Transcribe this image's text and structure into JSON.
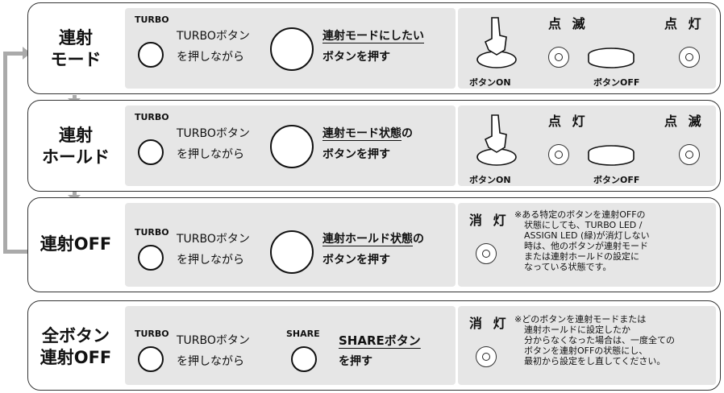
{
  "panels": [
    {
      "mode_lines": [
        "連射",
        "モード"
      ],
      "turbo_label": "TURBO",
      "instr_line1": "TURBOボタン",
      "instr_line2": "を押しながら",
      "action_bold": "連射モードにしたい",
      "action_rest": "",
      "action_line2": "ボタンを押す",
      "status_left": "点 滅",
      "status_right": "点 灯",
      "btn_on": "ボタンON",
      "btn_off": "ボタンOFF"
    },
    {
      "mode_lines": [
        "連射",
        "ホールド"
      ],
      "turbo_label": "TURBO",
      "instr_line1": "TURBOボタン",
      "instr_line2": "を押しながら",
      "action_bold": "連射モード状態",
      "action_rest": "の",
      "action_line2": "ボタンを押す",
      "status_left": "点 灯",
      "status_right": "点 滅",
      "btn_on": "ボタンON",
      "btn_off": "ボタンOFF"
    },
    {
      "mode_lines": [
        "連射OFF"
      ],
      "turbo_label": "TURBO",
      "instr_line1": "TURBOボタン",
      "instr_line2": "を押しながら",
      "action_bold": "連射ホールド状態",
      "action_rest": "の",
      "action_line2": "ボタンを押す",
      "status": "消 灯",
      "note": [
        "※ある特定のボタンを連射OFFの",
        "状態にしても、TURBO LED /",
        "ASSIGN LED (緑)が消灯しない",
        "時は、他のボタンが連射モード",
        "または連射ホールドの設定に",
        "なっている状態です。"
      ]
    },
    {
      "mode_lines": [
        "全ボタン",
        "連射OFF"
      ],
      "turbo_label": "TURBO",
      "instr_line1": "TURBOボタン",
      "instr_line2": "を押しながら",
      "share_label": "SHARE",
      "action_bold": "SHAREボタン",
      "action_line2": "を押す",
      "status": "消 灯",
      "note": [
        "※どのボタンを連射モードまたは",
        "連射ホールドに設定したか",
        "分からなくなった場合は、一度全ての",
        "ボタンを連射OFFの状態にし、",
        "最初から設定をし直してください。"
      ]
    }
  ]
}
